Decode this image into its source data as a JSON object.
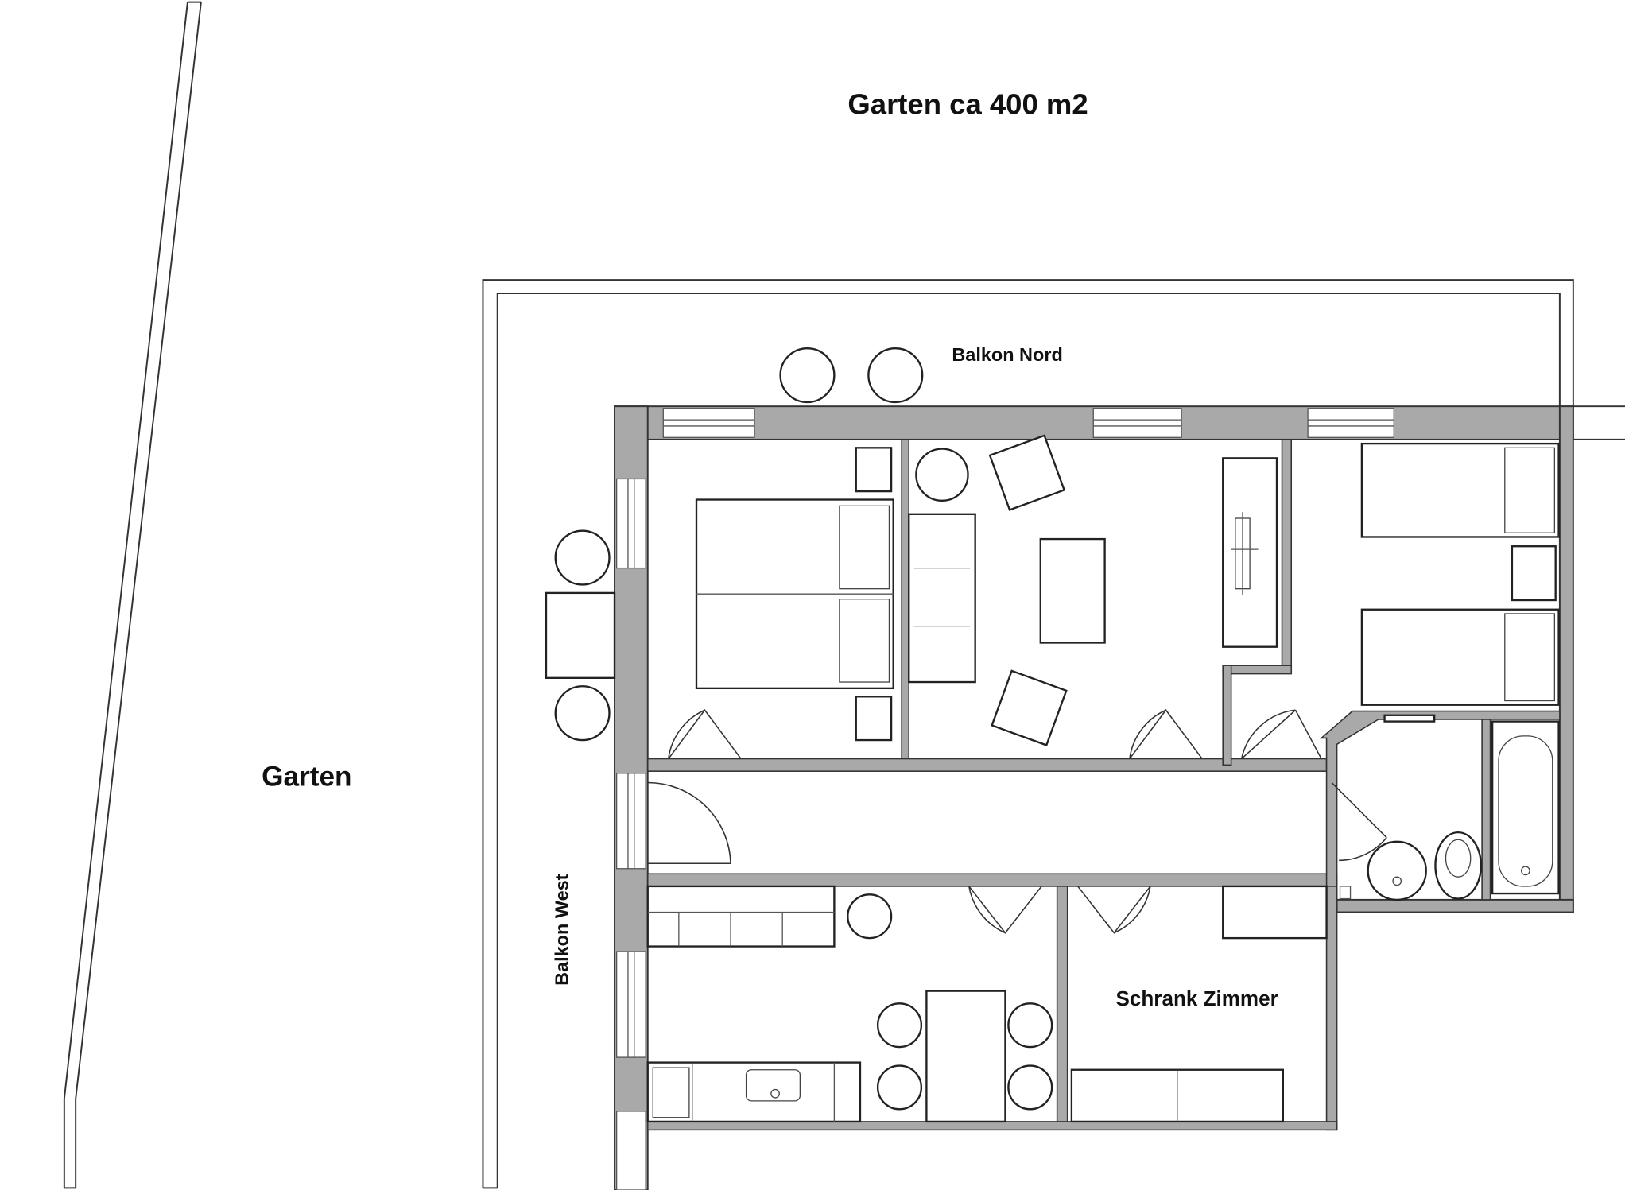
{
  "labels": {
    "garden_area": "Garten ca 400 m2",
    "balcony_north": "Balkon Nord",
    "garden": "Garten",
    "balcony_west": "Balkon West",
    "wardrobe_room": "Schrank Zimmer"
  },
  "colors": {
    "wall": "#a9a9a9",
    "line": "#333333",
    "background": "#ffffff"
  }
}
